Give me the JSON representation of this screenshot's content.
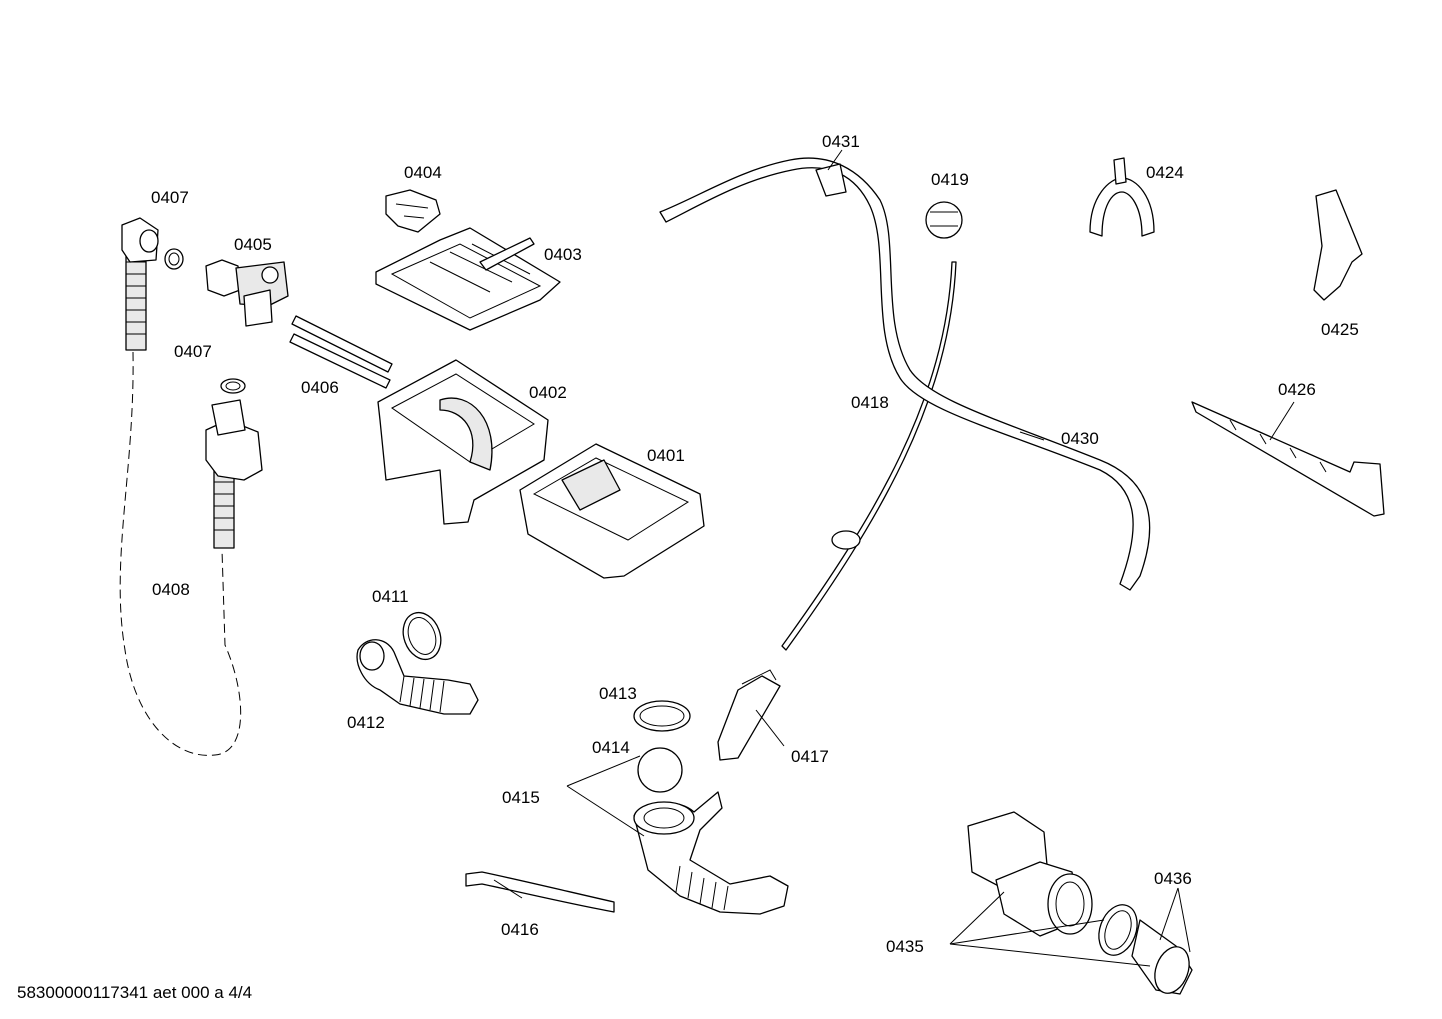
{
  "diagram": {
    "labels": {
      "p0401": "0401",
      "p0402": "0402",
      "p0403": "0403",
      "p0404": "0404",
      "p0405": "0405",
      "p0406": "0406",
      "p0407a": "0407",
      "p0407b": "0407",
      "p0408": "0408",
      "p0411": "0411",
      "p0412": "0412",
      "p0413": "0413",
      "p0414": "0414",
      "p0415": "0415",
      "p0416": "0416",
      "p0417": "0417",
      "p0418": "0418",
      "p0419": "0419",
      "p0424": "0424",
      "p0425": "0425",
      "p0426": "0426",
      "p0430": "0430",
      "p0431": "0431",
      "p0435": "0435",
      "p0436": "0436"
    },
    "footer": "58300000117341 aet 000 a 4/4"
  }
}
